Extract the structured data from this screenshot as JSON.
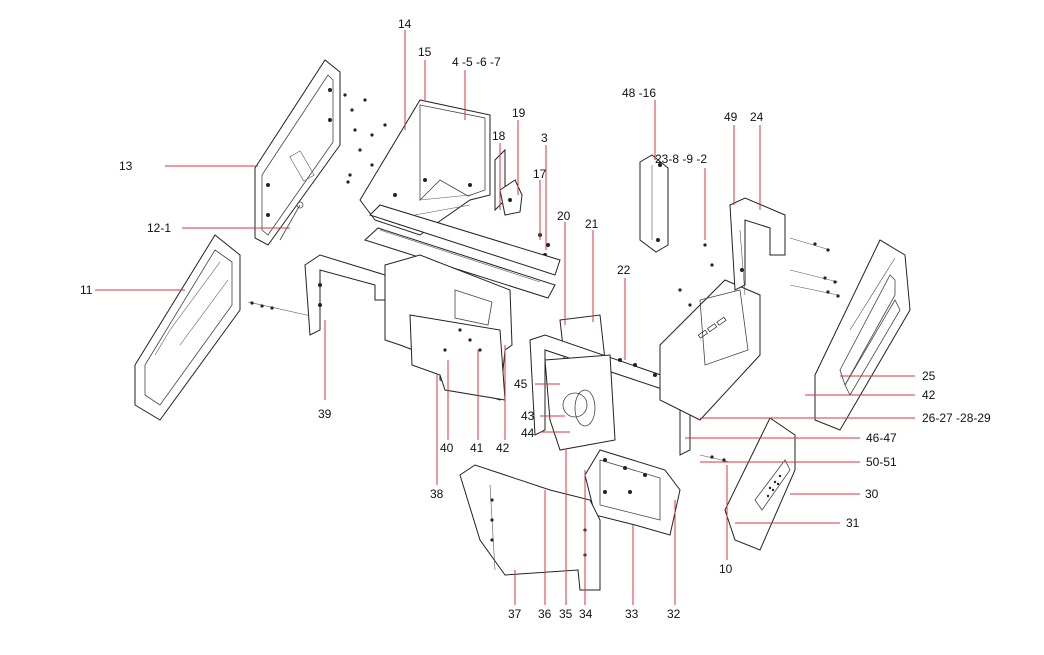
{
  "diagram": {
    "labels": {
      "l14": "14",
      "l15": "15",
      "l4567": "4 -5 -6 -7",
      "l4816": "48 -16",
      "l19": "19",
      "l18": "18",
      "l3": "3",
      "l17": "17",
      "l13": "13",
      "l49": "49",
      "l24": "24",
      "l2389": "23-8  -9 -2",
      "l121": "12-1",
      "l20": "20",
      "l21": "21",
      "l11": "11",
      "l22": "22",
      "l25": "25",
      "l42r": "42",
      "l26272829": "26-27 -28-29",
      "l45": "45",
      "l43": "43",
      "l44": "44",
      "l4647": "46-47",
      "l5051": "50-51",
      "l39": "39",
      "l40": "40",
      "l41": "41",
      "l42b": "42",
      "l38": "38",
      "l30": "30",
      "l31": "31",
      "l10": "10",
      "l37": "37",
      "l36": "36",
      "l35": "35",
      "l34": "34",
      "l33": "33",
      "l32": "32"
    },
    "leader_color": "#d9333f",
    "line_color": "#222222"
  }
}
